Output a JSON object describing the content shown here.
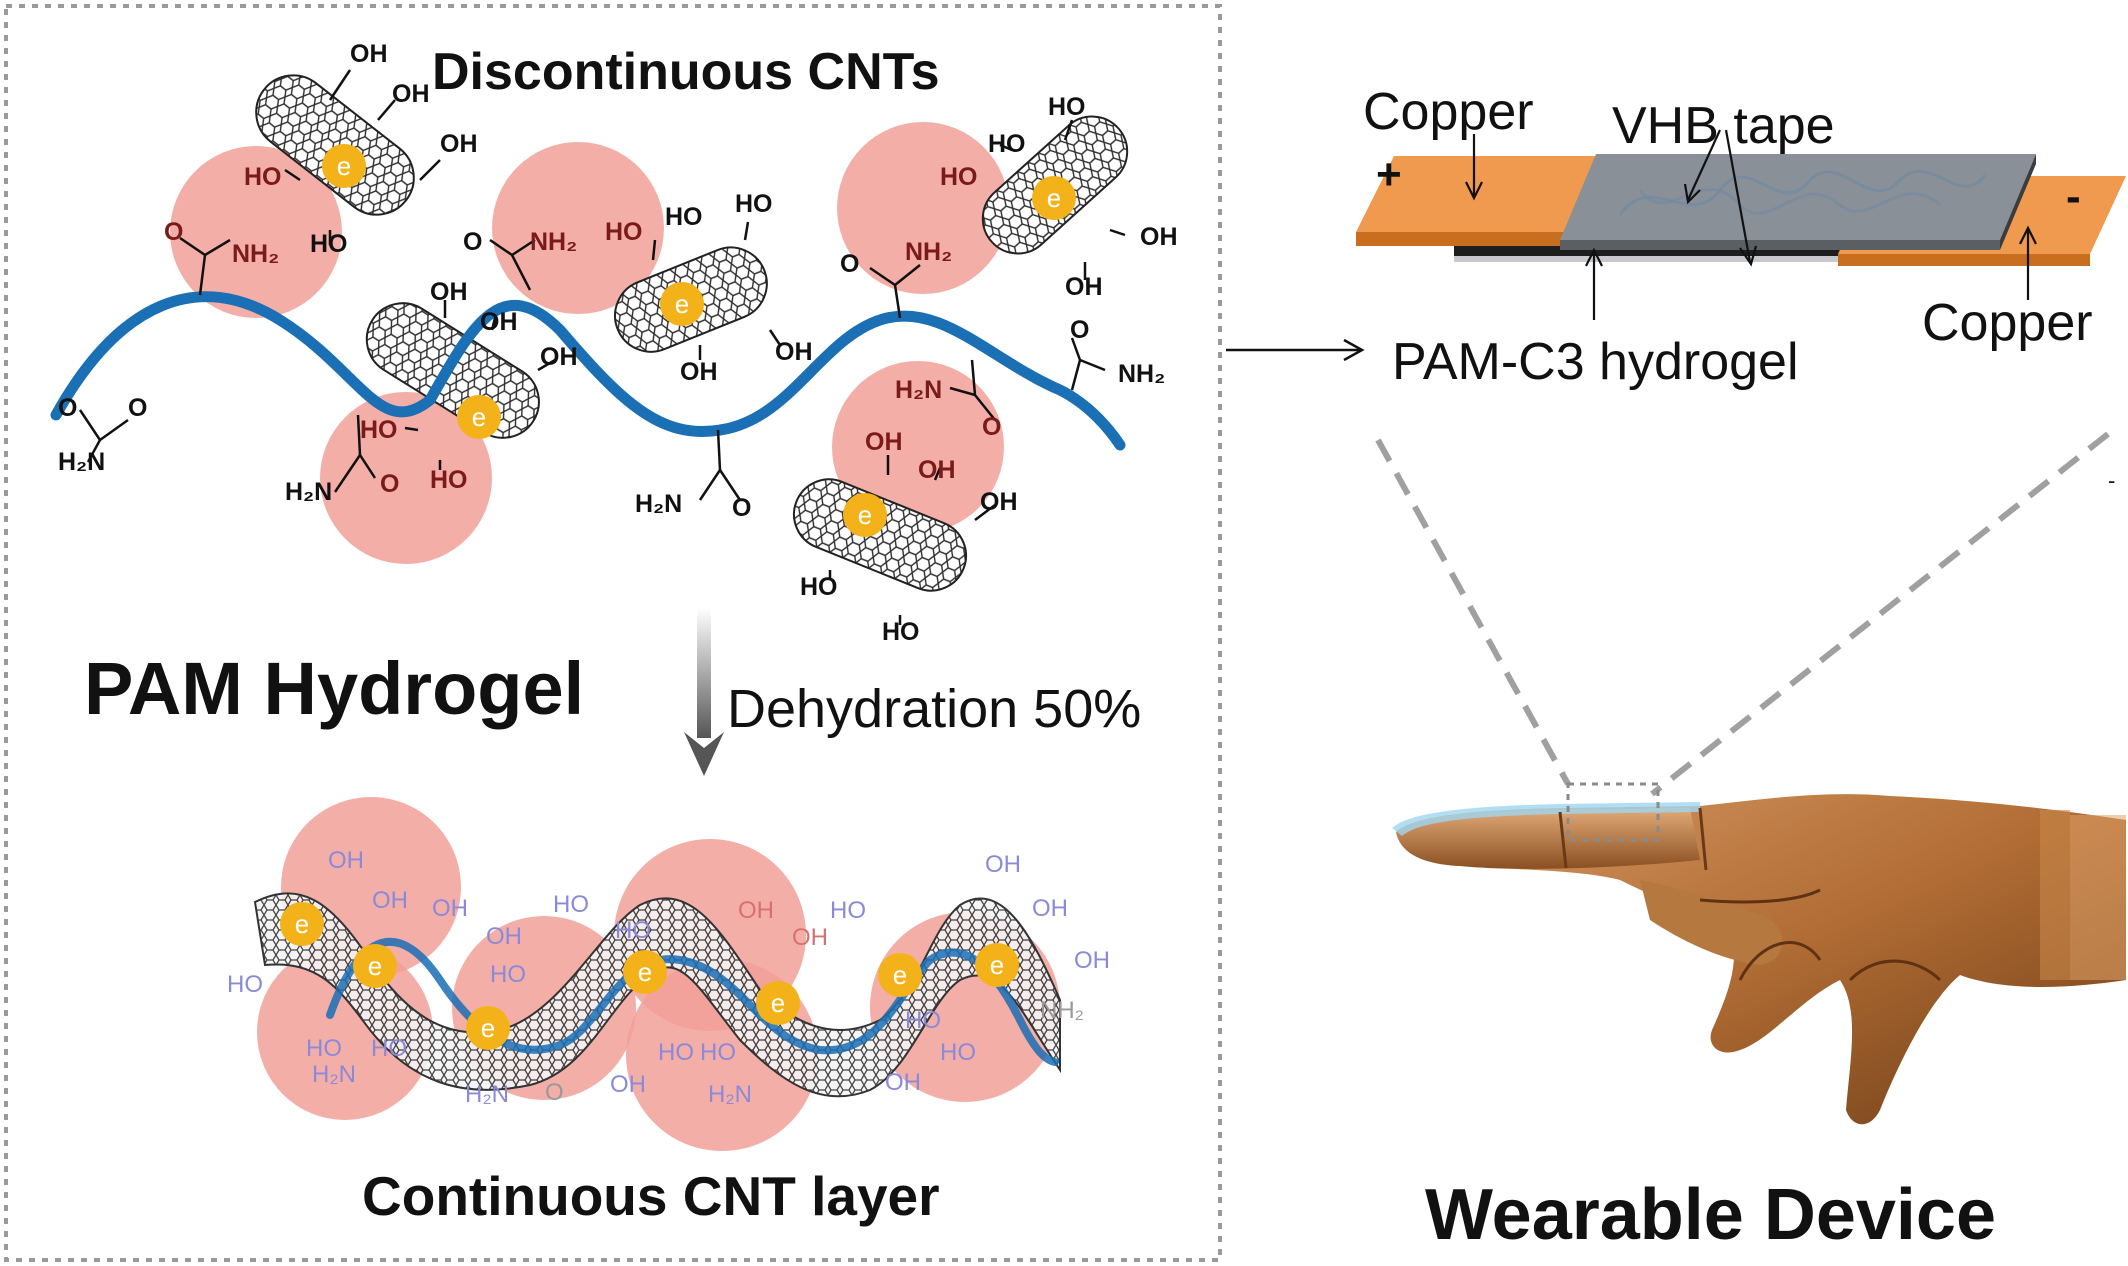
{
  "left_panel": {
    "top_title": "Discontinuous CNTs",
    "main_title": "PAM Hydrogel",
    "process_label": "Dehydration 50%",
    "bottom_title": "Continuous CNT layer"
  },
  "device": {
    "copper_left": "Copper",
    "vhb_tape": "VHB tape",
    "hydrogel": "PAM-C3 hydrogel",
    "copper_right": "Copper",
    "plus_sign": "+",
    "minus_sign": "-",
    "stray_mark": "-"
  },
  "bottom_right_title": "Wearable Device",
  "chem": {
    "oh": "OH",
    "ho": "HO",
    "electron": "e",
    "nh2": "NH₂",
    "h2n": "H₂N",
    "o": "O"
  },
  "colors": {
    "polymer_chain": "#1a6fb5",
    "hydrogen_bond_circle": "#f2a099",
    "electron": "#f4b21a",
    "copper": "#ef9a4e",
    "vhb_tape": "#8a9097",
    "dashed_frame": "#9a9a9a"
  }
}
